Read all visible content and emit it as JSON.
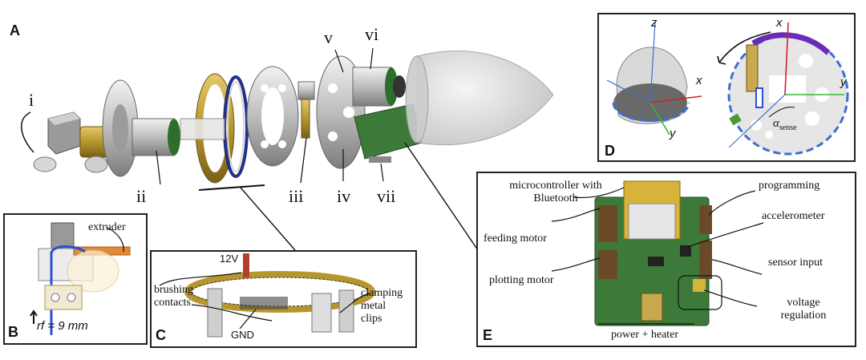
{
  "panels": {
    "a": {
      "letter": "A"
    },
    "b": {
      "letter": "B",
      "extruder": "extruder",
      "radius": "rf = 9 mm"
    },
    "c": {
      "letter": "C",
      "v12": "12V",
      "gnd": "GND",
      "brushing": "brushing\ncontacts",
      "clamping": "clamping\nmetal\nclips"
    },
    "d": {
      "letter": "D",
      "z": "z",
      "x1": "x",
      "y1": "y",
      "x2": "x",
      "y2": "y",
      "alpha": "α",
      "alpha_sub": "sense"
    },
    "e": {
      "letter": "E",
      "micro": "microcontroller with\nBluetooth",
      "feeding": "feeding motor",
      "plotting": "plotting motor",
      "programming": "programming",
      "accelerometer": "accelerometer",
      "sensor": "sensor input",
      "voltage": "voltage\nregulation",
      "power": "power + heater"
    }
  },
  "parts": {
    "i": "i",
    "ii": "ii",
    "iii": "iii",
    "iv": "iv",
    "v": "v",
    "vi": "vi",
    "vii": "vii"
  },
  "colors": {
    "brass": "#b8962e",
    "pcb_green": "#3d7a3a",
    "motor_grey": "#bfbfbf",
    "shell_grey": "#d9d9d9",
    "accent_red": "#d62020",
    "accent_blue": "#2b4fd6",
    "accent_green": "#33b833",
    "dashed_blue": "#3a6fd0"
  }
}
